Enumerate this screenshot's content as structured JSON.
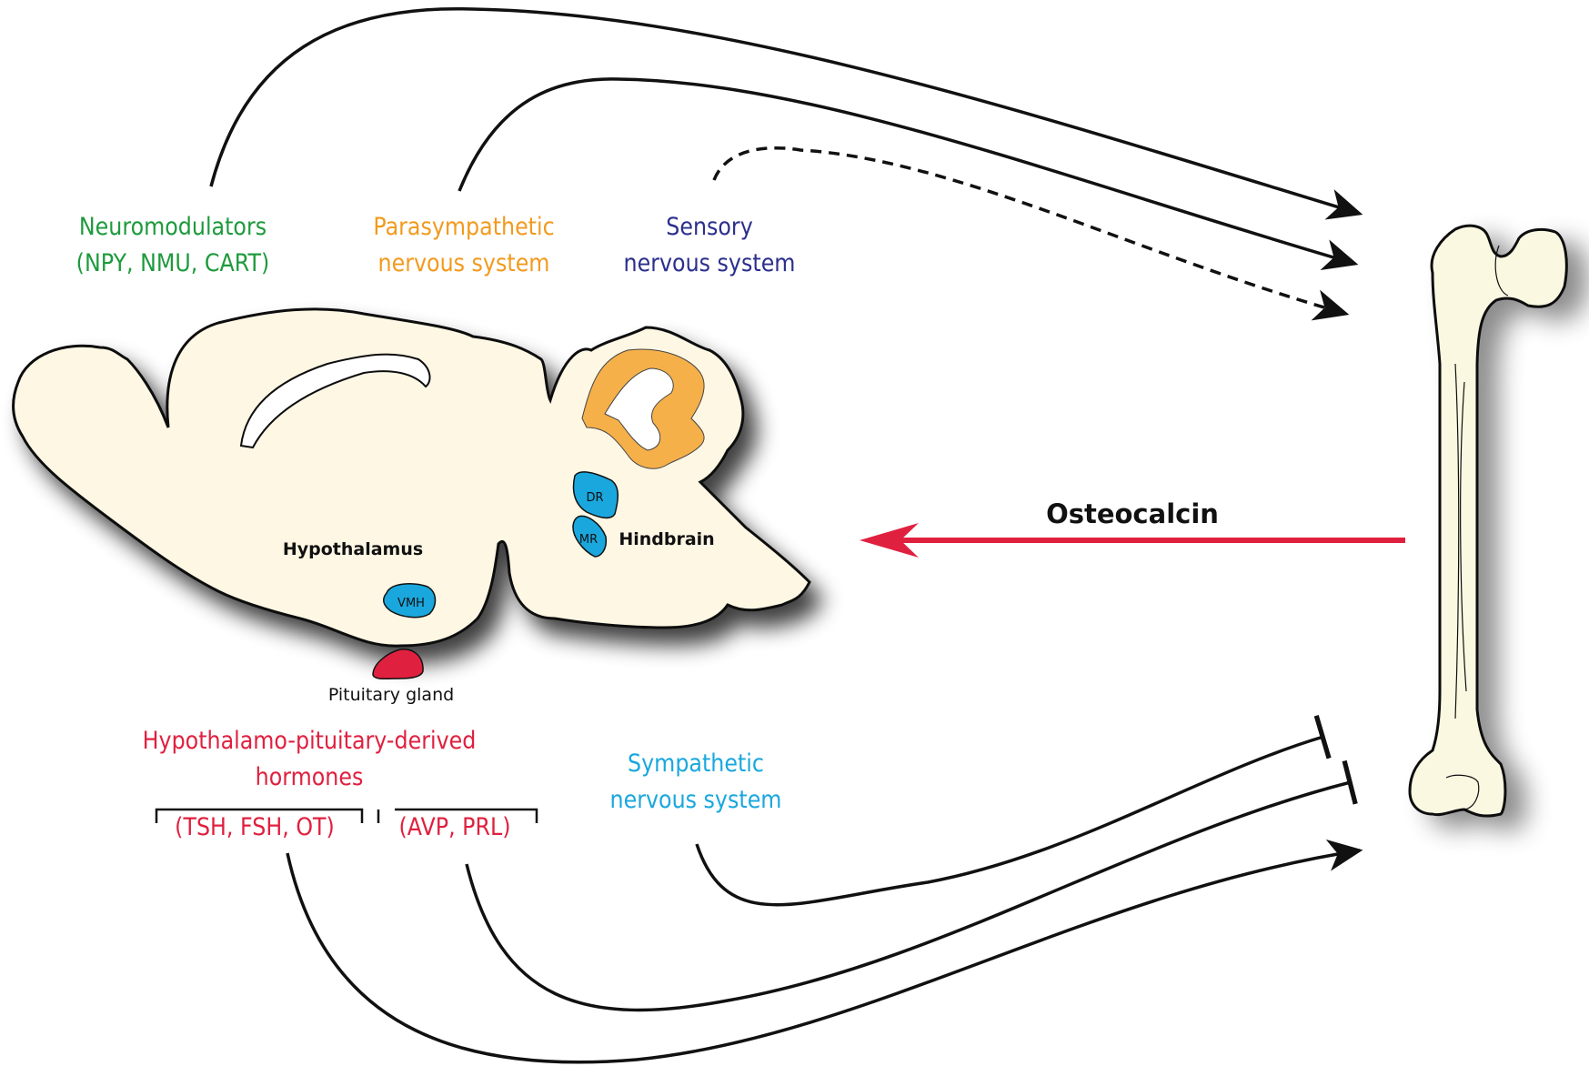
{
  "colors": {
    "neuromodulators": "#1e9a3c",
    "parasympathetic": "#f29a1e",
    "sensory": "#2b2f8c",
    "hormones": "#e0203f",
    "sympathetic": "#1aa7de",
    "osteocalcin_arrow": "#e0203f",
    "brain_fill": "#fdf7e4",
    "nucleus_fill": "#1aa7de",
    "cerebellum_fill": "#f5b04a",
    "pituitary_fill": "#e0203f",
    "bone_fill": "#fbf8e2"
  },
  "labels": {
    "neuromodulators": [
      "Neuromodulators",
      "(NPY, NMU, CART)"
    ],
    "parasympathetic": [
      "Parasympathetic",
      "nervous system"
    ],
    "sensory": [
      "Sensory",
      "nervous system"
    ],
    "hormones_title": [
      "Hypothalamo-pituitary-derived",
      "hormones"
    ],
    "hormones_group1": "(TSH, FSH, OT)",
    "hormones_group2": "(AVP, PRL)",
    "sympathetic": [
      "Sympathetic",
      "nervous system"
    ],
    "osteocalcin": "Osteocalcin",
    "hypothalamus": "Hypothalamus",
    "hindbrain": "Hindbrain",
    "pituitary": "Pituitary gland",
    "vmh": "VMH",
    "dr": "DR",
    "mr": "MR"
  },
  "connections": [
    {
      "from": "Neuromodulators (NPY, NMU, CART)",
      "to": "Bone",
      "style": "solid",
      "end": "arrow"
    },
    {
      "from": "Parasympathetic nervous system",
      "to": "Bone",
      "style": "solid",
      "end": "arrow"
    },
    {
      "from": "Sensory nervous system",
      "to": "Bone",
      "style": "dashed",
      "end": "arrow"
    },
    {
      "from": "Bone",
      "to": "Brain",
      "label": "Osteocalcin",
      "style": "solid",
      "end": "arrow"
    },
    {
      "from": "Sympathetic nervous system",
      "to": "Bone",
      "style": "solid",
      "end": "inhibition"
    },
    {
      "from": "(AVP, PRL)",
      "to": "Bone",
      "style": "solid",
      "end": "inhibition"
    },
    {
      "from": "(TSH, FSH, OT)",
      "to": "Bone",
      "style": "solid",
      "end": "arrow"
    }
  ]
}
